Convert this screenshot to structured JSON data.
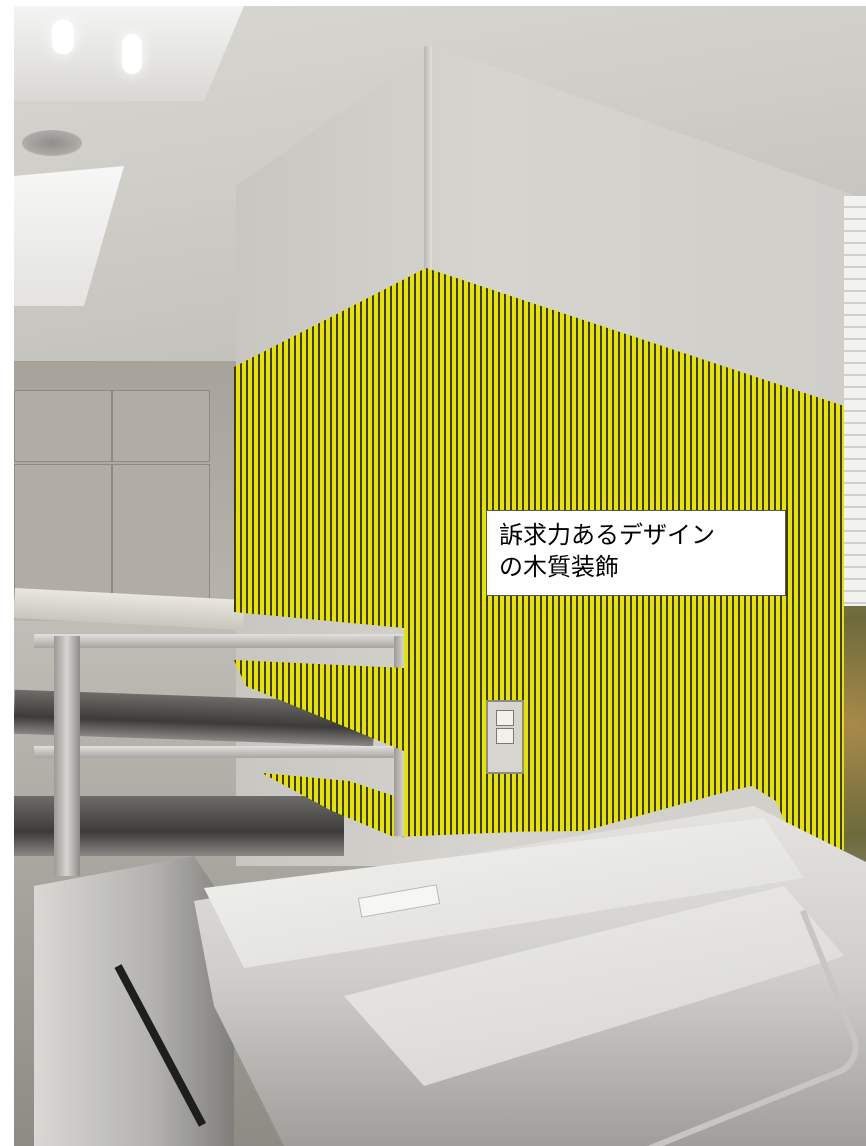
{
  "annotation": {
    "line1": "訴求力あるデザイン",
    "line2": "の木質装飾",
    "background": "#ffffff",
    "text_color": "#000000"
  },
  "overlay": {
    "pattern": "vertical-stripes",
    "stripe_color": "#e6e300",
    "gap_color": "#3c3a00"
  },
  "scene_objects": [
    "ceiling-lights",
    "ceiling-vent",
    "structural-column",
    "metal-shelving",
    "wall-outlet",
    "large-format-scanner",
    "window"
  ]
}
